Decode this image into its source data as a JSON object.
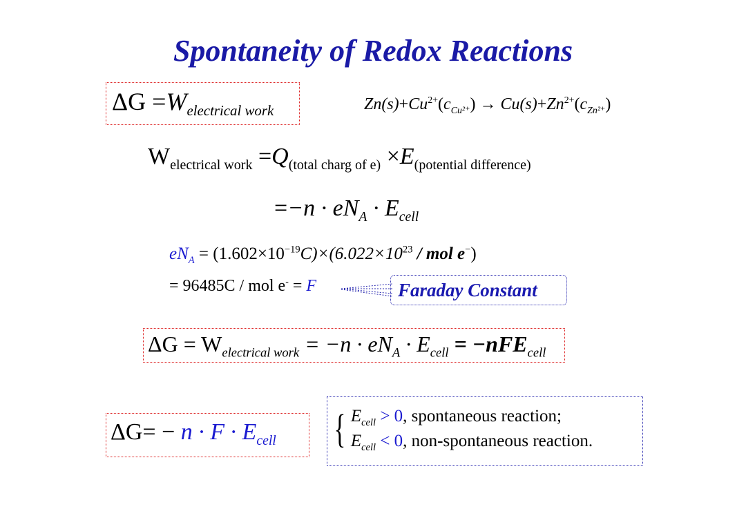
{
  "slide": {
    "title": "Spontaneity of Redox Reactions"
  },
  "eq1": {
    "lhs": "ΔG",
    "eq": "=",
    "w": "W",
    "w_sub": "electrical work"
  },
  "reaction": {
    "zn": "Zn(s)",
    "plus1": "+",
    "cu": "Cu",
    "cu_sup": "2+",
    "c1_open": "(c",
    "c1_sub": "Cu²⁺",
    "c1_close": ")",
    "arrow": "→",
    "cu_s": "Cu(s)",
    "plus2": "+",
    "zn2": "Zn",
    "zn2_sup": "2+",
    "c2_open": "(c",
    "c2_sub": "Zn²⁺",
    "c2_close": ")"
  },
  "eq2": {
    "w": "W",
    "w_sub": "electrical work",
    "eq": "=",
    "q": "Q",
    "q_sub": "(total charg of e)",
    "times": "×",
    "e": "E",
    "e_sub": "(potential difference)"
  },
  "eq3": {
    "eq": "=",
    "body": "−n · eN",
    "a": "A",
    "dot": " · E",
    "cell": "cell"
  },
  "eq4": {
    "en": "eN",
    "a": "A",
    "rest1": " = (1.602×10",
    "exp1": "−19",
    "rest2": "C)×(6.022×10",
    "exp2": "23",
    "rest3": " / mol e",
    "exp3": "−",
    "rest4": ")"
  },
  "eq5": {
    "text": "= 96485C / mol e",
    "sup": "-",
    "eq": " = ",
    "f": "F"
  },
  "faraday": {
    "label": "Faraday Constant"
  },
  "eq6": {
    "lhs": "ΔG = W",
    "sub1": "electrical work",
    "mid": " = −n · eN",
    "a": "A",
    "mid2": " ·  E",
    "cell1": "cell",
    "end": " = −nFE",
    "cell2": "cell"
  },
  "eq7": {
    "lhs": "ΔG= − ",
    "n": "n · F · E",
    "cell": "cell"
  },
  "cases": {
    "row1_e": "E",
    "row1_sub": "cell",
    "row1_cond": " > 0",
    "row1_text": ", spontaneous reaction;",
    "row2_e": "E",
    "row2_sub": "cell",
    "row2_cond": " < 0",
    "row2_text": ",  non-spontaneous reaction."
  }
}
